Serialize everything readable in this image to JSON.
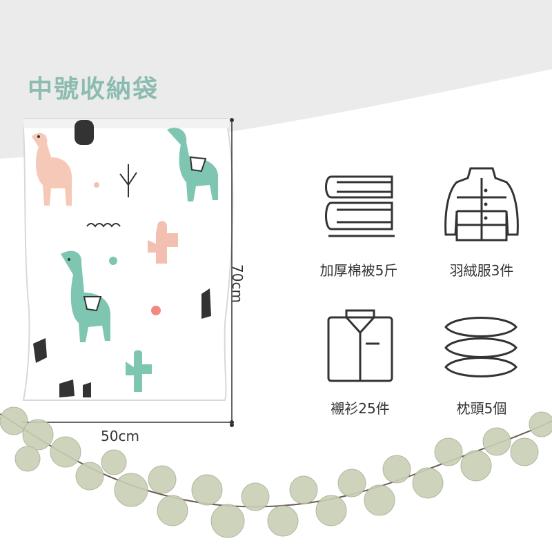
{
  "title": "中號收納袋",
  "dimensions": {
    "height_label": "70cm",
    "width_label": "50cm"
  },
  "items": [
    {
      "label": "加厚棉被5斤",
      "icon": "folded-quilt-icon"
    },
    {
      "label": "羽絨服3件",
      "icon": "down-jacket-icon"
    },
    {
      "label": "襯衫25件",
      "icon": "shirt-icon"
    },
    {
      "label": "枕頭5個",
      "icon": "pillows-icon"
    }
  ],
  "colors": {
    "title": "#8cbcb1",
    "background": "#ebebeb",
    "panel": "#ffffff"
  }
}
